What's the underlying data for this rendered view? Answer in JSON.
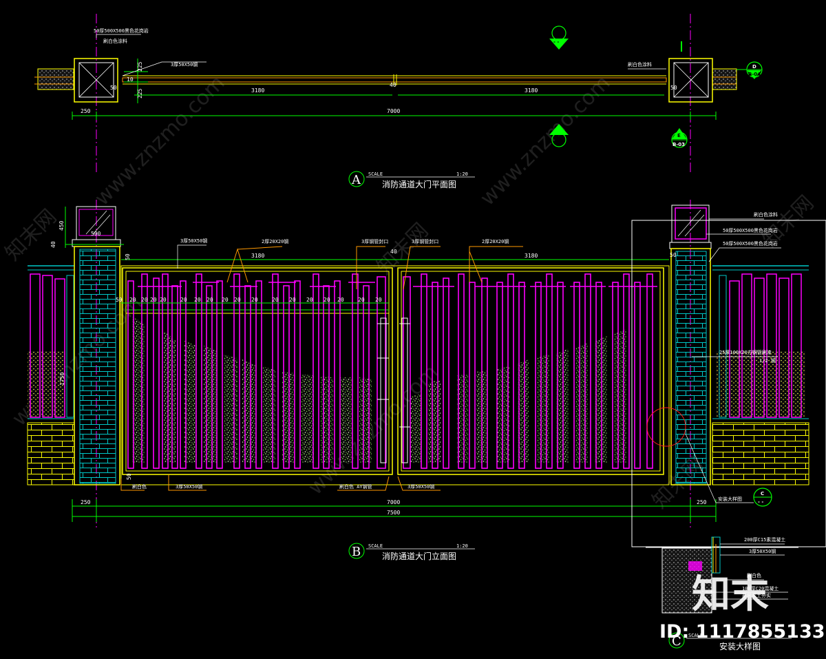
{
  "plan": {
    "title": "消防通道大门平面图",
    "scale_word": "SCALE",
    "scale": "1:20",
    "badge": "A",
    "post_note": "50厚500X500黑色花岗岩",
    "post_note2": "刷白色涂料",
    "rail_note": "3厚50X50钢",
    "right_note": "刷白色涂料",
    "dims": {
      "left_cap": "250",
      "gap_a": "225",
      "gap_b": "225",
      "post_gap": "50",
      "span_left": "3180",
      "mid_gap": "40",
      "span_right": "3180",
      "right_gap": "50",
      "overall": "7000",
      "ten": "10"
    }
  },
  "elevation": {
    "title": "消防通道大门立面图",
    "scale_word": "SCALE",
    "scale": "1:20",
    "badge": "B",
    "dims": {
      "post_top": "450",
      "cap_h": "40",
      "cap_w": "500",
      "top_gap": "50",
      "span_left": "3180",
      "mid_gap": "40",
      "span_right": "3180",
      "right_gap": "50",
      "bar_gap": "50",
      "bar_spacing": "20",
      "bottom_gap": "50",
      "gate_width": "7000",
      "total_width": "7500",
      "left_cap": "250",
      "right_cap": "250",
      "side_h": "1750"
    },
    "notes": {
      "frame_top": "3厚50X50钢",
      "bars_a": "2厚20X20钢",
      "mid_a": "3厚钢管封口",
      "mid_b": "3厚钢管封口",
      "bars_b": "2厚20X20钢",
      "post_top_right": "刷白色涂料",
      "stone_a": "50厚500X500黑色花岗岩",
      "stone_b": "50厚500X500黑色花岗岩",
      "side_bar": "25厚100X20方钢管刷漆",
      "side_bar_b": "1/2 钢",
      "bottom_left": "刷白色",
      "bottom_mid_a": "刷白色 AY钢管",
      "bottom_mid_b": "3厚50X50钢",
      "bottom_left_b": "3厚50X50钢",
      "install": "安装大样图"
    }
  },
  "detail": {
    "title": "安装大样图",
    "scale_word": "SCALE",
    "badge": "C",
    "notes": {
      "a": "200厚C15素混凝土",
      "b": "3厚50X50钢",
      "c": "刷白色",
      "d": "100厚C20混凝土",
      "e": "基层素土夯实"
    }
  },
  "section_markers": {
    "top_b": "B",
    "top_b_sub": "- -",
    "right_d": "D",
    "right_d_sub": "B-04",
    "mid_b": "B",
    "mid_b_sub": "- -",
    "mid_e": "E",
    "mid_e_sub": "B-03",
    "elev_c": "C",
    "elev_c_sub": "- -"
  },
  "watermark": {
    "text": "www.znzmo.com",
    "brand": "知末网",
    "logo": "知末",
    "id": "ID: 1117855133"
  },
  "colors": {
    "background": "#000000",
    "gate_frame": "#ff00ff",
    "outline": "#ffff00",
    "dimension": "#00ff00",
    "post": "#00c8c8",
    "brick": "#ffff00",
    "fill_speckle": "#90ff60",
    "leader": "#ff9900",
    "axis": "#ff00ff",
    "rail_edge": "#ff9900"
  }
}
